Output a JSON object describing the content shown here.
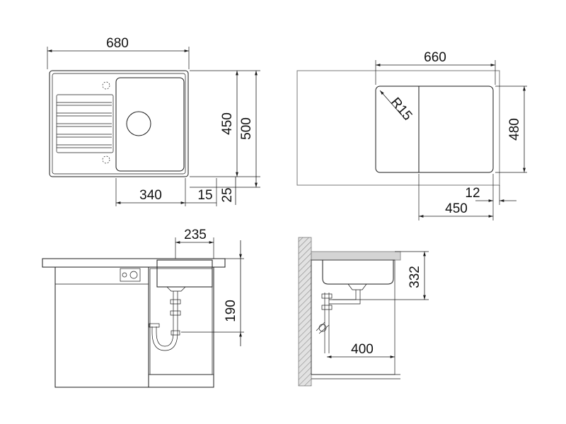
{
  "dimensions": {
    "top_width": "680",
    "top_inner_height": "450",
    "top_outer_height": "500",
    "top_drainer": "340",
    "top_offset": "15",
    "top_edge": "25",
    "cutout_width": "660",
    "cutout_height": "480",
    "cutout_radius": "R15",
    "cutout_offset": "12",
    "cutout_bowl": "450",
    "front_waste": "235",
    "front_depth": "190",
    "side_depth": "332",
    "side_waste": "400"
  },
  "colors": {
    "line": "#1a1a1a",
    "grey_line": "#7a7a7a",
    "wall_hatch": "#d4d4d4",
    "background": "#ffffff"
  }
}
